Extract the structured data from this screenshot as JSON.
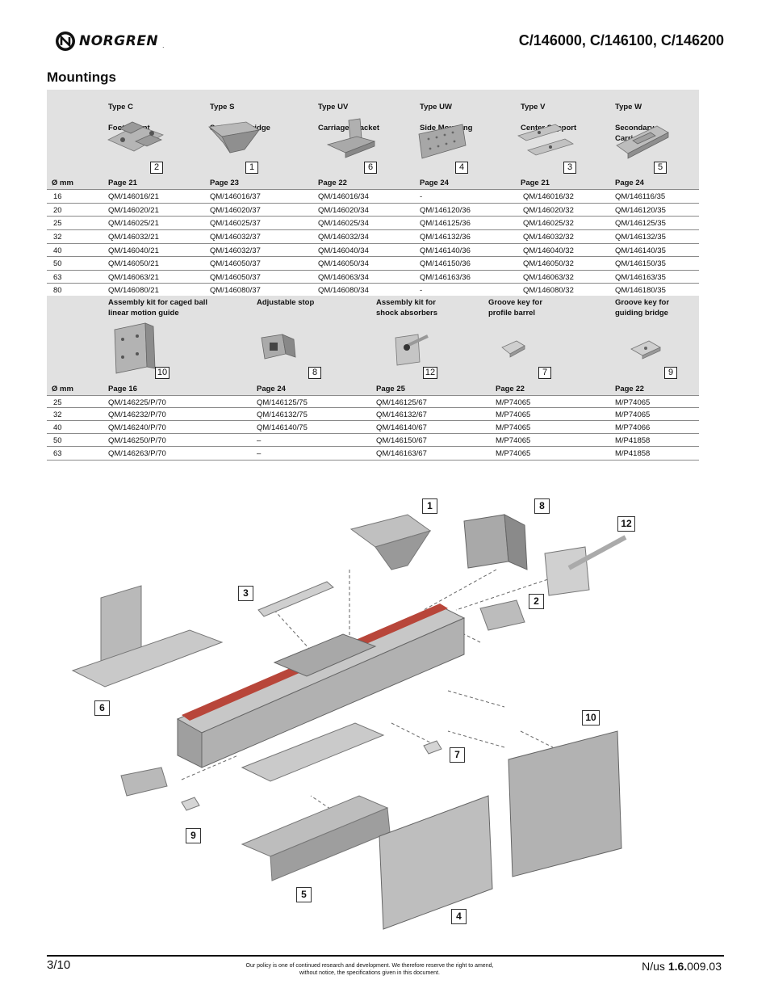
{
  "header": {
    "brand": "NORGREN",
    "brand_suffix": ".",
    "doc_code": "C/146000, C/146100, C/146200"
  },
  "section_title": "Mountings",
  "table1": {
    "dim_label": "Ø mm",
    "columns": [
      {
        "type": "Type C",
        "name": "Foot Mount",
        "ref": "2",
        "page": "Page 21",
        "icon": "foot-mount-thumbnail"
      },
      {
        "type": "Type S",
        "name": "Swinging Bridge",
        "ref": "1",
        "page": "Page 23",
        "icon": "swinging-bridge-thumbnail"
      },
      {
        "type": "Type UV",
        "name": "Carriage Bracket",
        "ref": "6",
        "page": "Page 22",
        "icon": "carriage-bracket-thumbnail"
      },
      {
        "type": "Type UW",
        "name": "Side Mounting\nPlate",
        "ref": "4",
        "page": "Page 24",
        "icon": "side-mounting-plate-thumbnail"
      },
      {
        "type": "Type V",
        "name": "Center Support",
        "ref": "3",
        "page": "Page 21",
        "icon": "center-support-thumbnail"
      },
      {
        "type": "Type W",
        "name": "Secondary\nCarriage",
        "ref": "5",
        "page": "Page 24",
        "icon": "secondary-carriage-thumbnail"
      }
    ],
    "rows": [
      {
        "dim": "16",
        "cells": [
          "QM/146016/21",
          "QM/146016/37",
          "QM/146016/34",
          "-",
          "QM/146016/32",
          "QM/146116/35"
        ]
      },
      {
        "dim": "20",
        "cells": [
          "QM/146020/21",
          "QM/146020/37",
          "QM/146020/34",
          "QM/146120/36",
          "QM/146020/32",
          "QM/146120/35"
        ]
      },
      {
        "dim": "25",
        "cells": [
          "QM/146025/21",
          "QM/146025/37",
          "QM/146025/34",
          "QM/146125/36",
          "QM/146025/32",
          "QM/146125/35"
        ]
      },
      {
        "dim": "32",
        "cells": [
          "QM/146032/21",
          "QM/146032/37",
          "QM/146032/34",
          "QM/146132/36",
          "QM/146032/32",
          "QM/146132/35"
        ]
      },
      {
        "dim": "40",
        "cells": [
          "QM/146040/21",
          "QM/146032/37",
          "QM/146040/34",
          "QM/146140/36",
          "QM/146040/32",
          "QM/146140/35"
        ]
      },
      {
        "dim": "50",
        "cells": [
          "QM/146050/21",
          "QM/146050/37",
          "QM/146050/34",
          "QM/146150/36",
          "QM/146050/32",
          "QM/146150/35"
        ]
      },
      {
        "dim": "63",
        "cells": [
          "QM/146063/21",
          "QM/146050/37",
          "QM/146063/34",
          "QM/146163/36",
          "QM/146063/32",
          "QM/146163/35"
        ]
      },
      {
        "dim": "80",
        "cells": [
          "QM/146080/21",
          "QM/146080/37",
          "QM/146080/34",
          "-",
          "QM/146080/32",
          "QM/146180/35"
        ]
      }
    ]
  },
  "table2": {
    "dim_label": "Ø mm",
    "columns": [
      {
        "name": "Assembly kit for caged ball\nlinear motion guide",
        "ref": "10",
        "page": "Page 16"
      },
      {
        "name": "Adjustable stop",
        "ref": "8",
        "page": "Page 24"
      },
      {
        "name": "Assembly kit for\nshock absorbers",
        "ref": "12",
        "page": "Page 25"
      },
      {
        "name": "Groove key for\nprofile barrel",
        "ref": "7",
        "page": "Page 22"
      },
      {
        "name": " Groove key for\nguiding bridge",
        "ref": "9",
        "page": "Page 22"
      }
    ],
    "rows": [
      {
        "dim": "25",
        "cells": [
          "QM/146225/P/70",
          "QM/146125/75",
          "QM/146125/67",
          "M/P74065",
          "M/P74065"
        ]
      },
      {
        "dim": "32",
        "cells": [
          "QM/146232/P/70",
          "QM/146132/75",
          "QM/146132/67",
          "M/P74065",
          "M/P74065"
        ]
      },
      {
        "dim": "40",
        "cells": [
          "QM/146240/P/70",
          "QM/146140/75",
          "QM/146140/67",
          "M/P74065",
          "M/P74066"
        ]
      },
      {
        "dim": "50",
        "cells": [
          "QM/146250/P/70",
          "–",
          "QM/146150/67",
          "M/P74065",
          "M/P41858"
        ]
      },
      {
        "dim": "63",
        "cells": [
          "QM/146263/P/70",
          "–",
          "QM/146163/67",
          "M/P74065",
          "M/P41858"
        ]
      }
    ]
  },
  "exploded_view": {
    "callouts": [
      "1",
      "8",
      "12",
      "3",
      "2",
      "6",
      "10",
      "7",
      "9",
      "5",
      "4"
    ]
  },
  "footer": {
    "page": "3/10",
    "policy": "Our policy is one of continued research and development. We therefore reserve the right to amend,\nwithout notice, the specifications given in this document.",
    "ref_prefix": "N/us ",
    "ref_bold": "1.6.",
    "ref_suffix": "009.03"
  }
}
